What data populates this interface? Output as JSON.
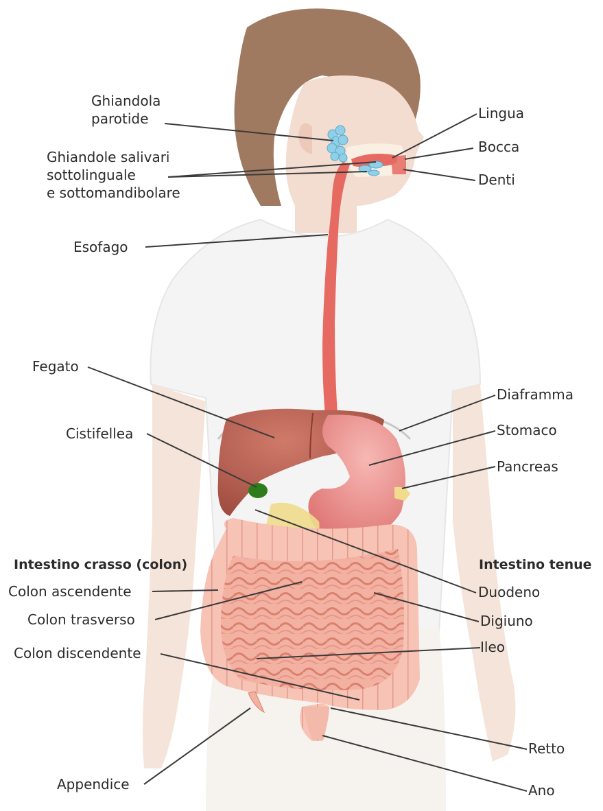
{
  "colors": {
    "leader_line": "#3a3a3a",
    "skin": "#f2ddd0",
    "hair": "#9a7258",
    "shirt": "#f4f4f4",
    "esophagus": "#e66a62",
    "liver": "#b7584a",
    "stomach": "#e98a88",
    "gallbladder": "#2f7d1a",
    "pancreas": "#f0dc8c",
    "intestine": "#f0a898",
    "salivary": "#8fd0e8"
  },
  "labels": {
    "ghiandola_parotide": [
      "Ghiandola",
      "parotide"
    ],
    "ghiandole_salivari": [
      "Ghiandole salivari",
      "sottolinguale",
      "e sottomandibolare"
    ],
    "esofago": "Esofago",
    "fegato": "Fegato",
    "cistifellea": "Cistifellea",
    "intestino_crasso": "Intestino crasso (colon)",
    "colon_ascendente": "Colon ascendente",
    "colon_trasverso": "Colon trasverso",
    "colon_discendente": "Colon discendente",
    "appendice": "Appendice",
    "lingua": "Lingua",
    "bocca": "Bocca",
    "denti": "Denti",
    "diaframma": "Diaframma",
    "stomaco": "Stomaco",
    "pancreas": "Pancreas",
    "intestino_tenue": "Intestino tenue",
    "duodeno": "Duodeno",
    "digiuno": "Digiuno",
    "ileo": "Ileo",
    "retto": "Retto",
    "ano": "Ano"
  }
}
